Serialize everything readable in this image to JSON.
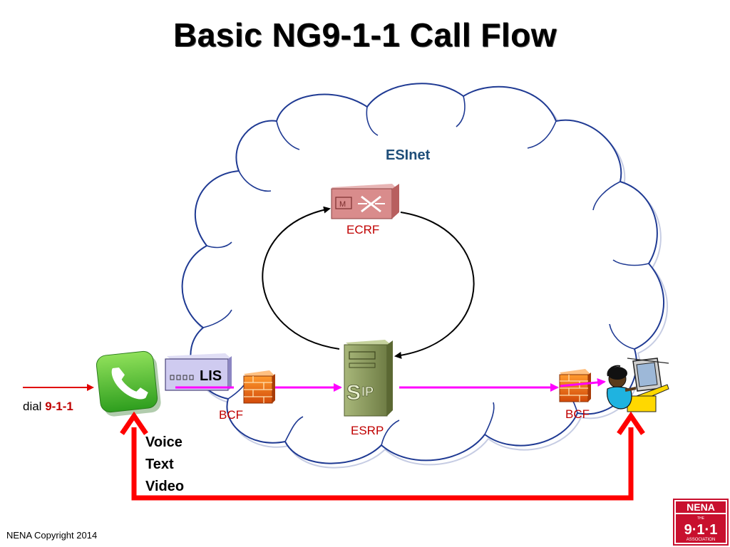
{
  "slide": {
    "title": "Basic NG9-1-1 Call Flow",
    "copyright": "NENA Copyright 2014"
  },
  "labels": {
    "esinet": "ESInet",
    "ecrf": "ECRF",
    "esrp": "ESRP",
    "bcf_left": "BCF",
    "bcf_right": "BCF",
    "lis": "LIS",
    "dial_prefix": "dial ",
    "dial_number": "9-1-1",
    "media": [
      "Voice",
      "Text",
      "Video"
    ]
  },
  "logo": {
    "line1": "NENA",
    "line2": "THE",
    "line3": "9·1·1",
    "line4": "ASSOCIATION"
  },
  "icons": [
    "phone-icon",
    "lis-server-icon",
    "firewall-icon",
    "router-icon",
    "sip-server-icon",
    "call-taker-icon"
  ],
  "colors": {
    "cloud_stroke": "#1f3a93",
    "signal_red": "#e00000",
    "media_magenta": "#ff00ff",
    "label_red": "#c00000",
    "esinet_blue": "#1f4e79"
  }
}
